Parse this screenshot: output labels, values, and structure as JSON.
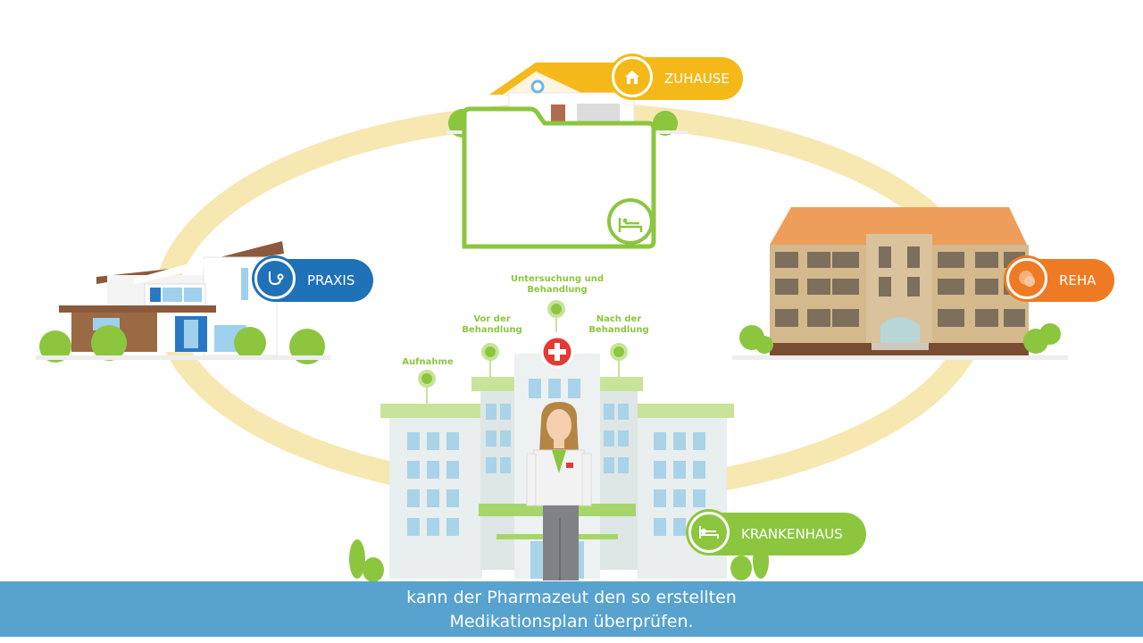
{
  "locations": {
    "zuhause": "ZUHAUSE",
    "praxis": "PRAXIS",
    "reha": "REHA",
    "krankenhaus": "KRANKENHAUS"
  },
  "steps": {
    "aufnahme": "Aufnahme",
    "vor_line1": "Vor der",
    "vor_line2": "Behandlung",
    "unt_line1": "Untersuchung und",
    "unt_line2": "Behandlung",
    "nach_line1": "Nach der",
    "nach_line2": "Behandlung"
  },
  "subtitle": {
    "line1": "kann der Pharmazeut den so erstellten",
    "line2": "Medikationsplan überprüfen."
  },
  "colors": {
    "ring": "#f6df96",
    "green": "#8cc63f",
    "yellow": "#f4b919",
    "blue": "#1f71b8",
    "orange": "#ee7b23",
    "subtitle_bar": "#4e9dcc"
  }
}
